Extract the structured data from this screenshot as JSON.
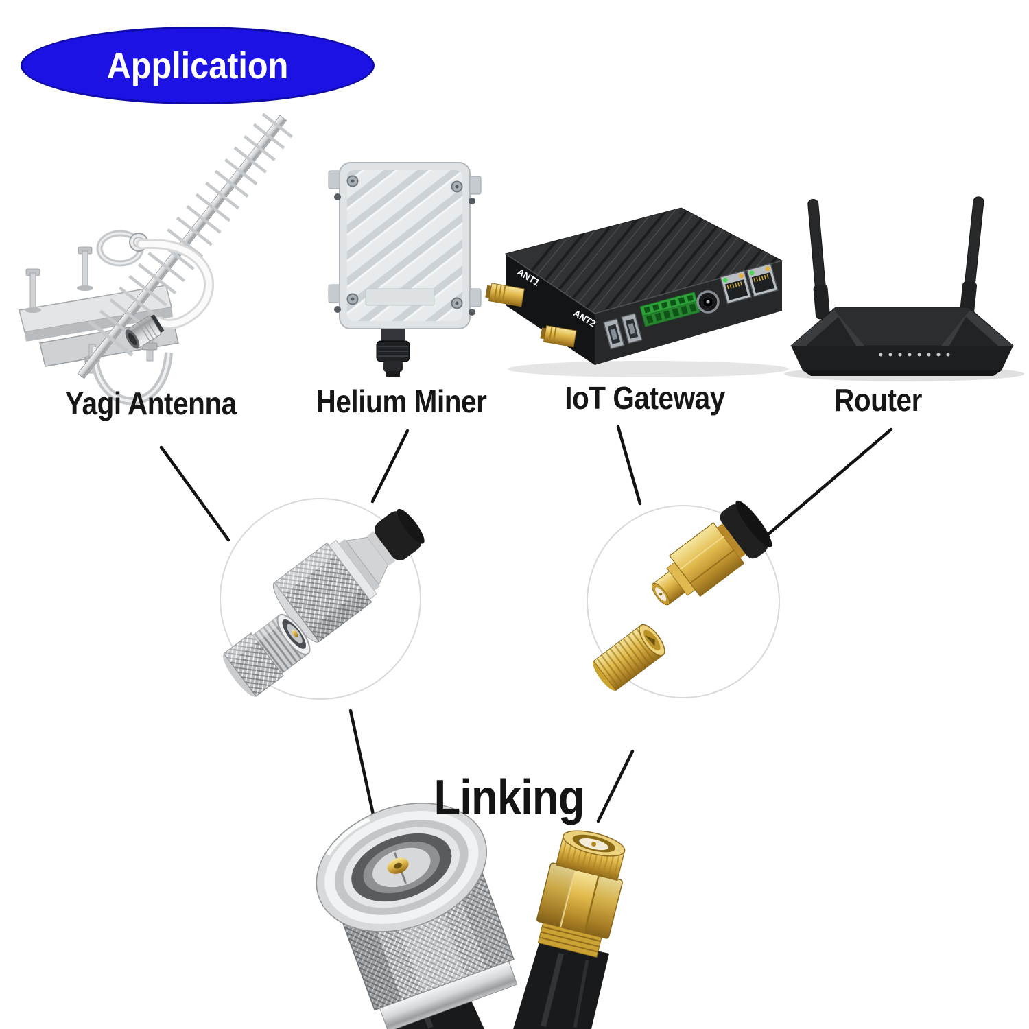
{
  "badge": {
    "label": "Application"
  },
  "products": [
    {
      "label": "Yagi Antenna"
    },
    {
      "label": "Helium Miner"
    },
    {
      "label": "IoT Gateway"
    },
    {
      "label": "Router"
    }
  ],
  "gateway": {
    "ant1_label": "ANT1",
    "ant2_label": "ANT2"
  },
  "caption": {
    "label": "Linking"
  },
  "figures": {
    "left_detail": "n-type-connector-pair-photo",
    "right_detail": "sma-connector-pair-photo",
    "bottom": "coax-cable-n-male-to-sma-male-photo"
  },
  "colors": {
    "badge_blue": "#1d12e4",
    "badge_border": "#0f0ba8",
    "label_text": "#161616",
    "line_black": "#131313",
    "silver": "#c9cccf",
    "gold": "#d9ae3e",
    "device_black": "#26282a",
    "terminal_green": "#2fa13a",
    "background": "#ffffff"
  }
}
